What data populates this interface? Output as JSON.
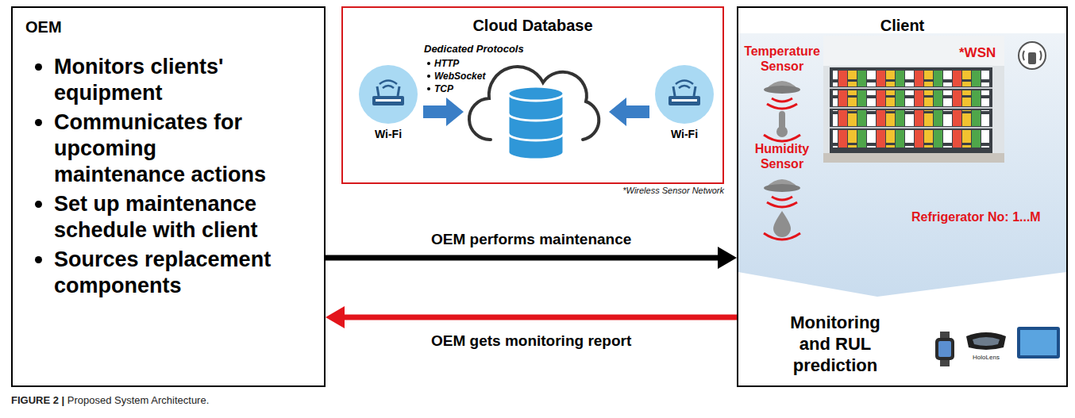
{
  "diagram": {
    "caption": "FIGURE 2 | Proposed System Architecture.",
    "nodes": [
      {
        "text": [
          "OEM",
          "Monitors clients' equipment",
          "Communicates for upcoming maintenance actions",
          "Set up maintenance schedule with client",
          "Sources replacement components"
        ]
      },
      {
        "text": [
          "Cloud Database",
          "Dedicated Protocols",
          "HTTP",
          "WebSocket",
          "TCP"
        ]
      },
      {
        "text": [
          "Wi-Fi"
        ],
        "in": 1
      },
      {
        "text": [
          "Wi-Fi"
        ],
        "in": 1
      },
      {
        "text": [
          "Client",
          "Monitoring and RUL prediction"
        ]
      }
    ],
    "edges": [
      {
        "from": 0,
        "to": 4,
        "label": "OEM performs maintenance",
        "arrow": "to"
      },
      {
        "from": 4,
        "to": 0,
        "label": "OEM gets monitoring report",
        "arrow": "to"
      }
    ],
    "labels": [
      "Temperature Sensor",
      "Humidity Sensor",
      "*WSN",
      "Refrigerator No: 1...M",
      "HoloLens",
      "*Wireless Sensor Network"
    ]
  }
}
